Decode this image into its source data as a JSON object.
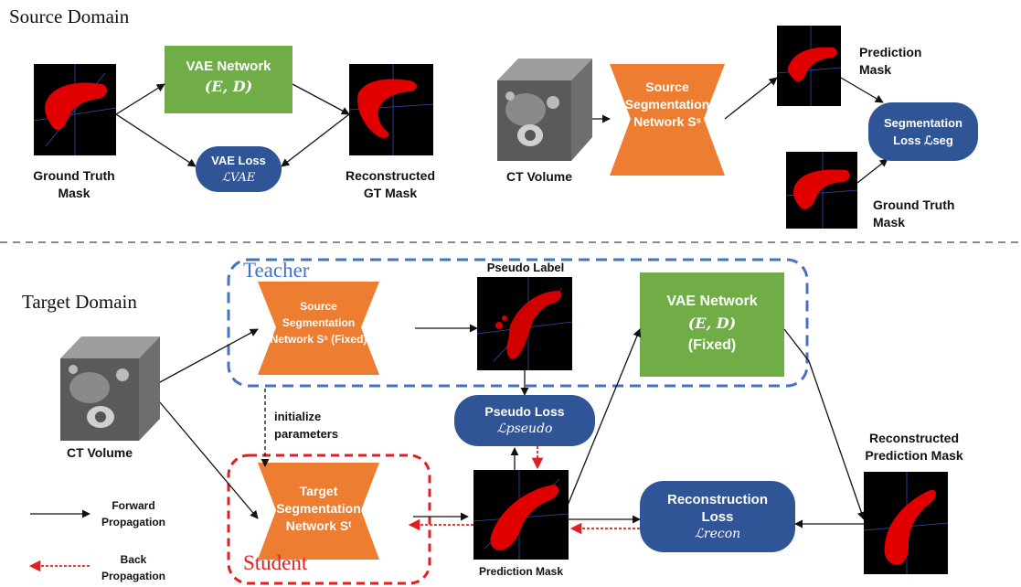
{
  "sections": {
    "source_title": "Source Domain",
    "target_title": "Target Domain"
  },
  "source": {
    "vae_network": {
      "title": "VAE Network",
      "params": "(E, D)"
    },
    "vae_loss": {
      "title": "VAE Loss",
      "math": "ℒVAE"
    },
    "ground_truth_mask": [
      "Ground Truth",
      "Mask"
    ],
    "reconstructed_gt_mask": [
      "Reconstructed",
      "GT Mask"
    ],
    "ct_volume": "CT Volume",
    "seg_network": [
      "Source",
      "Segmentation",
      "Network Sˢ"
    ],
    "prediction_mask": [
      "Prediction",
      "Mask"
    ],
    "seg_loss": {
      "title": "Segmentation",
      "math": "Loss ℒseg"
    },
    "ground_truth_mask_2": [
      "Ground Truth",
      "Mask"
    ]
  },
  "target": {
    "teacher_label": "Teacher",
    "student_label": "Student",
    "pseudo_label": "Pseudo Label",
    "teacher_network": [
      "Source",
      "Segmentation",
      "Network Sˢ (Fixed)"
    ],
    "vae_network": {
      "title": "VAE Network",
      "params": "(E, D)",
      "note": "(Fixed)"
    },
    "pseudo_loss": {
      "title": "Pseudo Loss",
      "math": "ℒpseudo"
    },
    "initialize": [
      "initialize",
      "parameters"
    ],
    "ct_volume": "CT Volume",
    "student_network": [
      "Target",
      "Segmentation",
      "Network  Sᵗ"
    ],
    "prediction_mask": "Prediction Mask",
    "recon_loss": {
      "title": "Reconstruction",
      "subtitle": "Loss",
      "math": "ℒrecon"
    },
    "reconstructed_prediction_mask": [
      "Reconstructed",
      "Prediction Mask"
    ]
  },
  "legend": {
    "forward": [
      "Forward",
      "Propagation"
    ],
    "back": [
      "Back",
      "Propagation"
    ]
  },
  "colors": {
    "orange": "#ed7d31",
    "green": "#70ad47",
    "navy": "#2f5597",
    "teacher_dash": "#4472c4",
    "student_dash": "#e02020",
    "back_arrow": "#e02020"
  }
}
